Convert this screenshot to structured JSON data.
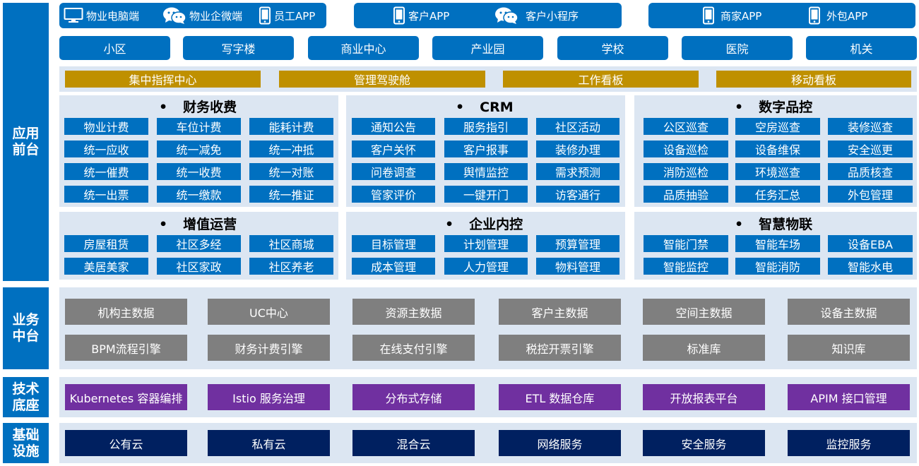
{
  "layers": {
    "app_front": [
      "应用",
      "前台"
    ],
    "biz_middle": [
      "业务",
      "中台"
    ],
    "tech_base": [
      "技术",
      "底座"
    ],
    "infra": [
      "基础",
      "设施"
    ]
  },
  "channels": {
    "group1": [
      {
        "icon": "monitor-icon",
        "label": "物业电脑端"
      },
      {
        "icon": "wechat-icon",
        "label": "物业企微端"
      },
      {
        "icon": "phone-icon",
        "label": "员工APP"
      }
    ],
    "group2": [
      {
        "icon": "phone-icon",
        "label": "客户APP"
      },
      {
        "icon": "wechat-icon",
        "label": "客户小程序"
      }
    ],
    "group3": [
      {
        "icon": "phone-icon",
        "label": "商家APP"
      },
      {
        "icon": "phone-icon",
        "label": "外包APP"
      }
    ]
  },
  "scenes": [
    "小区",
    "写字楼",
    "商业中心",
    "产业园",
    "学校",
    "医院",
    "机关"
  ],
  "boards": [
    "集中指挥中心",
    "管理驾驶舱",
    "工作看板",
    "移动看板"
  ],
  "modules": [
    {
      "title": "财务收费",
      "items": [
        "物业计费",
        "车位计费",
        "能耗计费",
        "统一应收",
        "统一减免",
        "统一冲抵",
        "统一催费",
        "统一收费",
        "统一对账",
        "统一出票",
        "统一缴款",
        "统一推证"
      ]
    },
    {
      "title": "CRM",
      "items": [
        "通知公告",
        "服务指引",
        "社区活动",
        "客户关怀",
        "客户报事",
        "装修办理",
        "问卷调查",
        "舆情监控",
        "需求预测",
        "管家评价",
        "一键开门",
        "访客通行"
      ]
    },
    {
      "title": "数字品控",
      "items": [
        "公区巡查",
        "空房巡查",
        "装修巡查",
        "设备巡检",
        "设备维保",
        "安全巡更",
        "消防巡检",
        "环境巡查",
        "品质核查",
        "品质抽验",
        "任务汇总",
        "外包管理"
      ]
    },
    {
      "title": "增值运营",
      "items": [
        "房屋租赁",
        "社区多经",
        "社区商城",
        "美居美家",
        "社区家政",
        "社区养老"
      ]
    },
    {
      "title": "企业内控",
      "items": [
        "目标管理",
        "计划管理",
        "预算管理",
        "成本管理",
        "人力管理",
        "物料管理"
      ]
    },
    {
      "title": "智慧物联",
      "items": [
        "智能门禁",
        "智能车场",
        "设备EBA",
        "智能监控",
        "智能消防",
        "智能水电"
      ]
    }
  ],
  "middle": [
    "机构主数据",
    "UC中心",
    "资源主数据",
    "客户主数据",
    "空间主数据",
    "设备主数据",
    "BPM流程引擎",
    "财务计费引擎",
    "在线支付引擎",
    "税控开票引擎",
    "标准库",
    "知识库"
  ],
  "tech": [
    "Kubernetes 容器编排",
    "Istio 服务治理",
    "分布式存储",
    "ETL 数据仓库",
    "开放报表平台",
    "APIM 接口管理"
  ],
  "infra": [
    "公有云",
    "私有云",
    "混合云",
    "网络服务",
    "安全服务",
    "监控服务"
  ],
  "colors": {
    "blue": "#0070c0",
    "gold": "#bf9000",
    "gray": "#7f7f7f",
    "purple": "#7030a0",
    "navy": "#002060",
    "panel": "#dce6f2"
  }
}
